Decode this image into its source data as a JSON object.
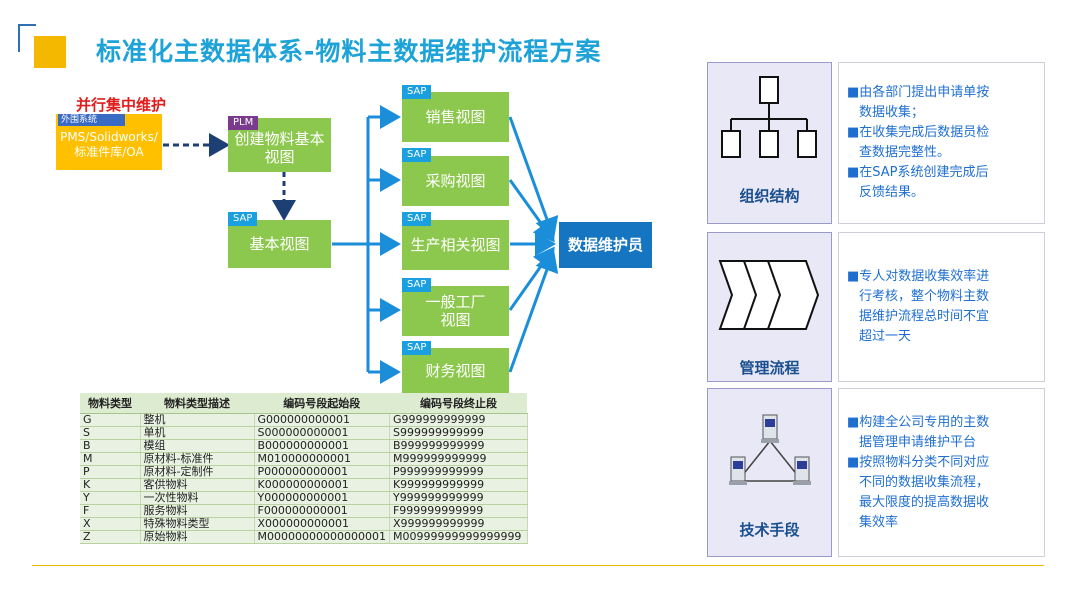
{
  "title": "标准化主数据体系-物料主数据维护流程方案",
  "parallel_label": "并行集中维护",
  "external": {
    "tag": "外围系统",
    "lines": [
      "PMS/Solidworks/",
      "标准件库/OA"
    ]
  },
  "create_box": {
    "tag": "PLM",
    "lines": [
      "创建物料基本",
      "视图"
    ]
  },
  "basic_box": {
    "tag": "SAP",
    "label": "基本视图"
  },
  "views": [
    {
      "tag": "SAP",
      "lines": [
        "销售视图"
      ]
    },
    {
      "tag": "SAP",
      "lines": [
        "采购视图"
      ]
    },
    {
      "tag": "SAP",
      "lines": [
        "生产相关视图"
      ]
    },
    {
      "tag": "SAP",
      "lines": [
        "一般工厂",
        "视图"
      ]
    },
    {
      "tag": "SAP",
      "lines": [
        "财务视图"
      ]
    }
  ],
  "data_maintainer": "数据维护员",
  "table": {
    "headers": [
      "物料类型",
      "物料类型描述",
      "编码号段起始段",
      "编码号段终止段"
    ],
    "rows": [
      [
        "G",
        "整机",
        "G000000000001",
        "G999999999999"
      ],
      [
        "S",
        "单机",
        "S000000000001",
        "S999999999999"
      ],
      [
        "B",
        "模组",
        "B000000000001",
        "B999999999999"
      ],
      [
        "M",
        "原材料-标准件",
        "M010000000001",
        "M999999999999"
      ],
      [
        "P",
        "原材料-定制件",
        "P000000000001",
        "P999999999999"
      ],
      [
        "K",
        "客供物料",
        "K000000000001",
        "K999999999999"
      ],
      [
        "Y",
        "一次性物料",
        "Y000000000001",
        "Y999999999999"
      ],
      [
        "F",
        "服务物料",
        "F000000000001",
        "F999999999999"
      ],
      [
        "X",
        "特殊物料类型",
        "X000000000001",
        "X999999999999"
      ],
      [
        "Z",
        "原始物料",
        "M00000000000000001",
        "M00999999999999999"
      ]
    ]
  },
  "panels": [
    {
      "label": "组织结构",
      "icon": "org-chart-icon",
      "lines": [
        "■由各部门提出申请单按",
        "数据收集；",
        "■在收集完成后数据员检",
        "查数据完整性。",
        "■在SAP系统创建完成后",
        "反馈结果。"
      ]
    },
    {
      "label": "管理流程",
      "icon": "process-chevrons-icon",
      "lines": [
        "■专人对数据收集效率进",
        "行考核，整个物料主数",
        "据维护流程总时间不宜",
        "超过一天"
      ]
    },
    {
      "label": "技术手段",
      "icon": "network-computers-icon",
      "lines": [
        "■构建全公司专用的主数",
        "据管理申请维护平台",
        "■按照物料分类不同对应",
        "不同的数据收集流程，",
        "最大限度的提高数据收",
        "集效率"
      ]
    }
  ],
  "colors": {
    "title": "#1ea3d8",
    "accent": "#f5b800",
    "green": "#8dc84e",
    "blue": "#1575c0",
    "sap": "#1a9fe0",
    "plm": "#7a3b8c",
    "red": "#e11c1c"
  }
}
